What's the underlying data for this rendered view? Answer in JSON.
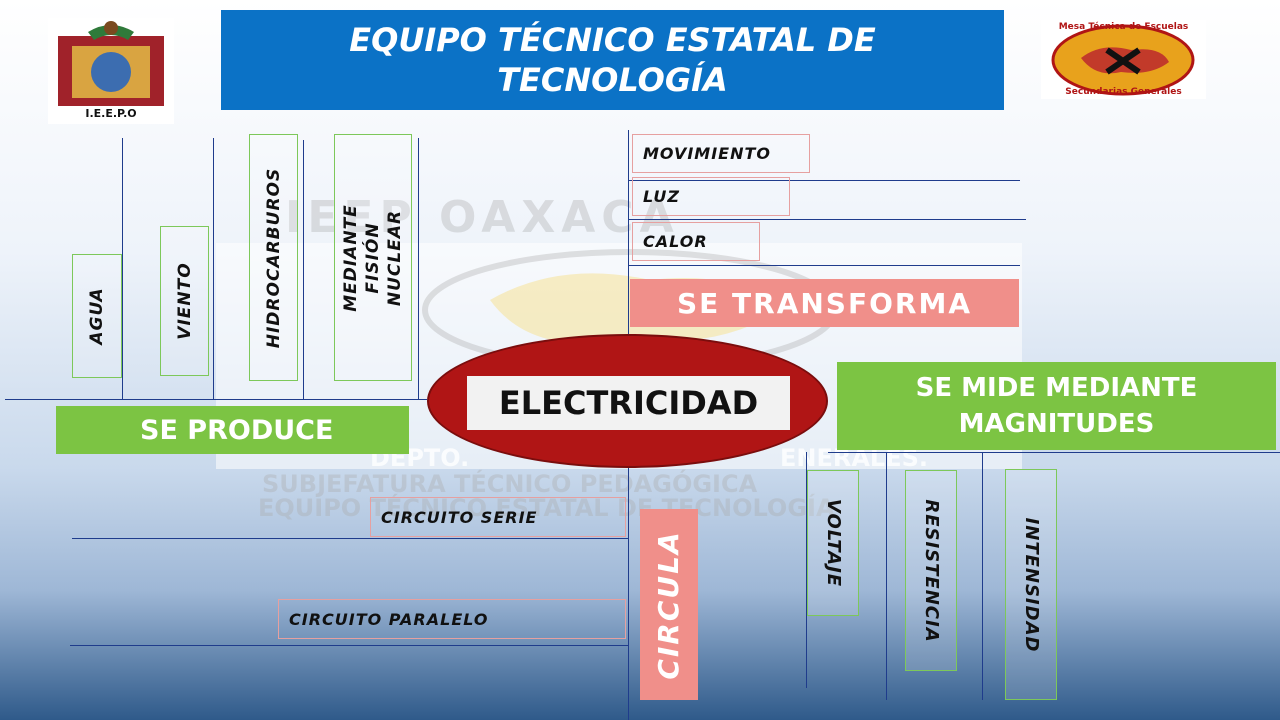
{
  "title": "EQUIPO TÉCNICO ESTATAL DE\nTECNOLOGÍA",
  "logos": {
    "left_label": "I.E.E.P.O",
    "right_label_top": "Mesa Técnica de Escuelas",
    "right_label_bottom": "Secundarias Generales"
  },
  "watermark": {
    "line1": "IEEP OAXACA",
    "line2": "DEPTO.",
    "line3": "SUBJEFATURA TÉCNICO PEDAGÓGICA",
    "line4": "EQUIPO TÉCNICO ESTATAL DE TECNOLOGÍA",
    "line2b": "ENERALES."
  },
  "center": "ELECTRICIDAD",
  "produce": {
    "label": "SE PRODUCE",
    "items": [
      "AGUA",
      "VIENTO",
      "HIDROCARBUROS",
      "MEDIANTE FISIÓN\nNUCLEAR"
    ]
  },
  "transforma": {
    "label": "SE  TRANSFORMA",
    "items": [
      "MOVIMIENTO",
      "LUZ",
      "CALOR"
    ]
  },
  "mide": {
    "label": "SE MIDE MEDIANTE\nMAGNITUDES",
    "items": [
      "VOLTAJE",
      "RESISTENCIA",
      "INTENSIDAD"
    ]
  },
  "circula": {
    "label": "CIRCULA",
    "items": [
      "CIRCUITO SERIE",
      "CIRCUITO PARALELO"
    ]
  },
  "colors": {
    "title_bg": "#0b72c6",
    "green": "#7cc443",
    "pink": "#f08f8a",
    "ellipse": "#b01515"
  }
}
